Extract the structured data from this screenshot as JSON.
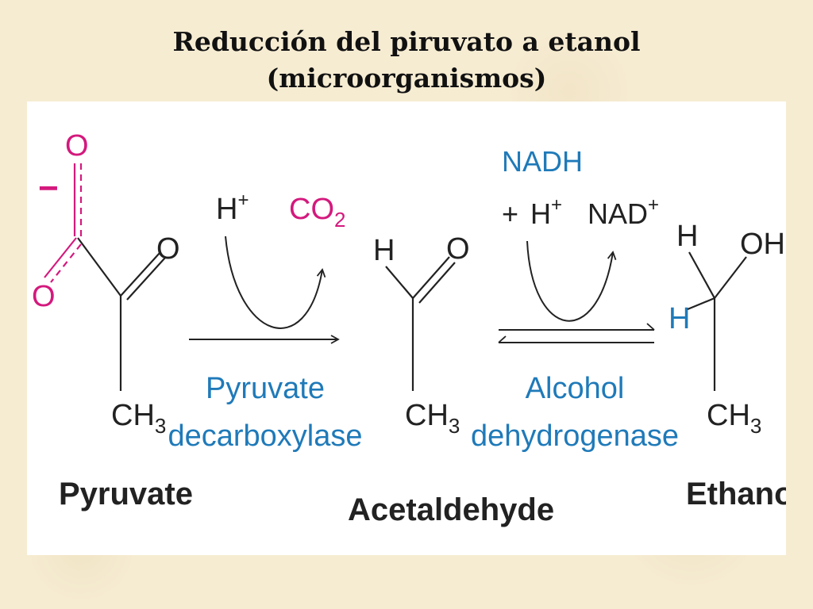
{
  "title": {
    "line1": "Reducción del piruvato a etanol",
    "line2": "(microorganismos)"
  },
  "colors": {
    "carboxylate": "#d4197d",
    "co2": "#d4197d",
    "cofactor_blue": "#1f7ab9",
    "enzyme_blue": "#1f7ab9",
    "bond_black": "#222222"
  },
  "pyruvate": {
    "charge": "−",
    "o_top": "O",
    "o_bottom": "O",
    "o_keto": "O",
    "ch3_c": "CH",
    "ch3_sub": "3",
    "name": "Pyruvate"
  },
  "step1": {
    "h_plus": "H",
    "h_plus_sup": "+",
    "co2": "CO",
    "co2_sub": "2",
    "enzyme_line1": "Pyruvate",
    "enzyme_line2": "decarboxylase"
  },
  "acetaldehyde": {
    "h": "H",
    "o": "O",
    "ch3_c": "CH",
    "ch3_sub": "3",
    "name": "Acetaldehyde"
  },
  "step2": {
    "nadh": "NADH",
    "plus": "+",
    "h_plus": "H",
    "h_plus_sup": "+",
    "nad_plus": "NAD",
    "nad_plus_sup": "+",
    "enzyme_line1": "Alcohol",
    "enzyme_line2": "dehydrogenase"
  },
  "ethanol": {
    "h_top": "H",
    "oh": "OH",
    "h_new": "H",
    "ch3_c": "CH",
    "ch3_sub": "3",
    "name": "Ethanol"
  }
}
